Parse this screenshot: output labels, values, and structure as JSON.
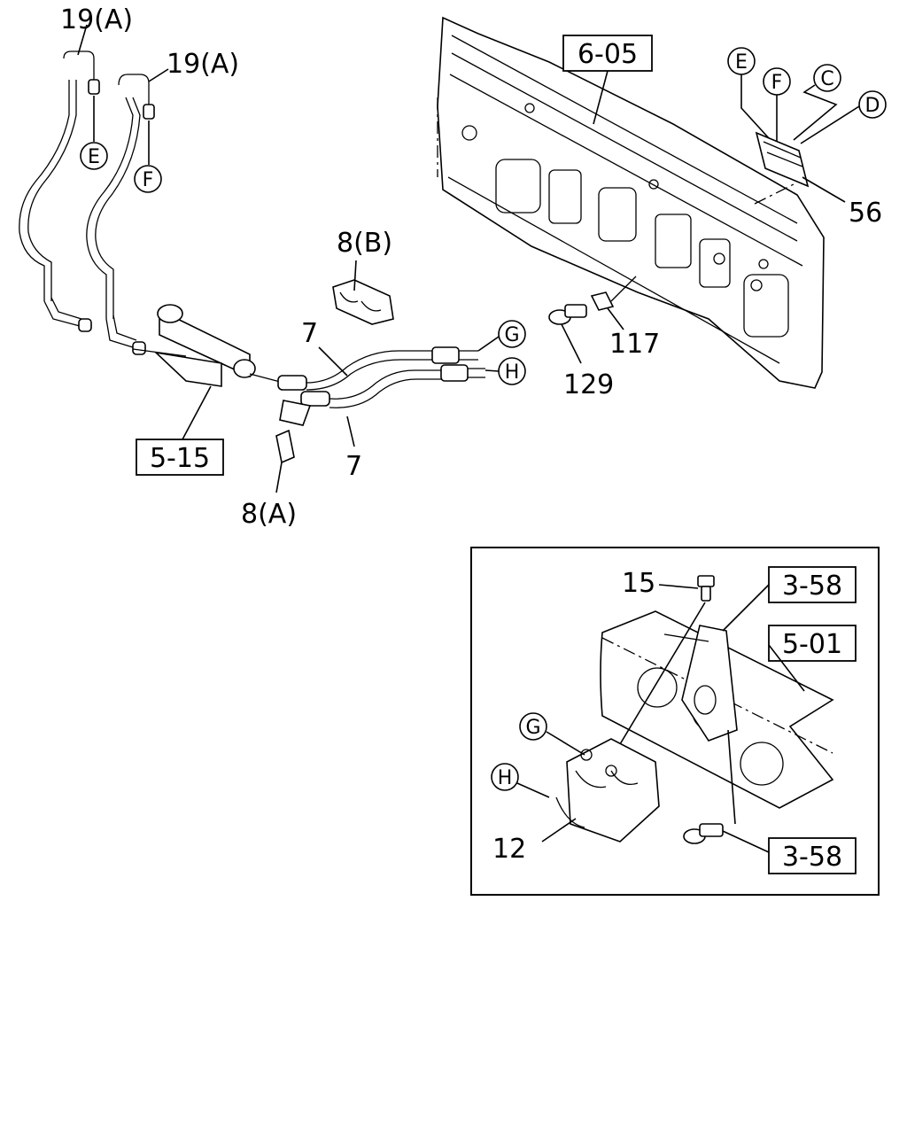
{
  "callouts": {
    "ref_6_05": "6-05",
    "ref_5_15": "5-15",
    "ref_3_58_top": "3-58",
    "ref_5_01": "5-01",
    "ref_3_58_bottom": "3-58"
  },
  "labels": {
    "part_19a_left": "19(A)",
    "part_19a_right": "19(A)",
    "part_8b": "8(B)",
    "part_8a": "8(A)",
    "part_7_upper": "7",
    "part_7_lower": "7",
    "part_56": "56",
    "part_117": "117",
    "part_129": "129",
    "part_15": "15",
    "part_12": "12"
  },
  "connectors": {
    "e_left": "E",
    "f_left": "F",
    "g_pipe": "G",
    "h_pipe": "H",
    "e_panel": "E",
    "f_panel": "F",
    "c_panel": "C",
    "d_panel": "D",
    "g_inset": "G",
    "h_inset": "H"
  }
}
